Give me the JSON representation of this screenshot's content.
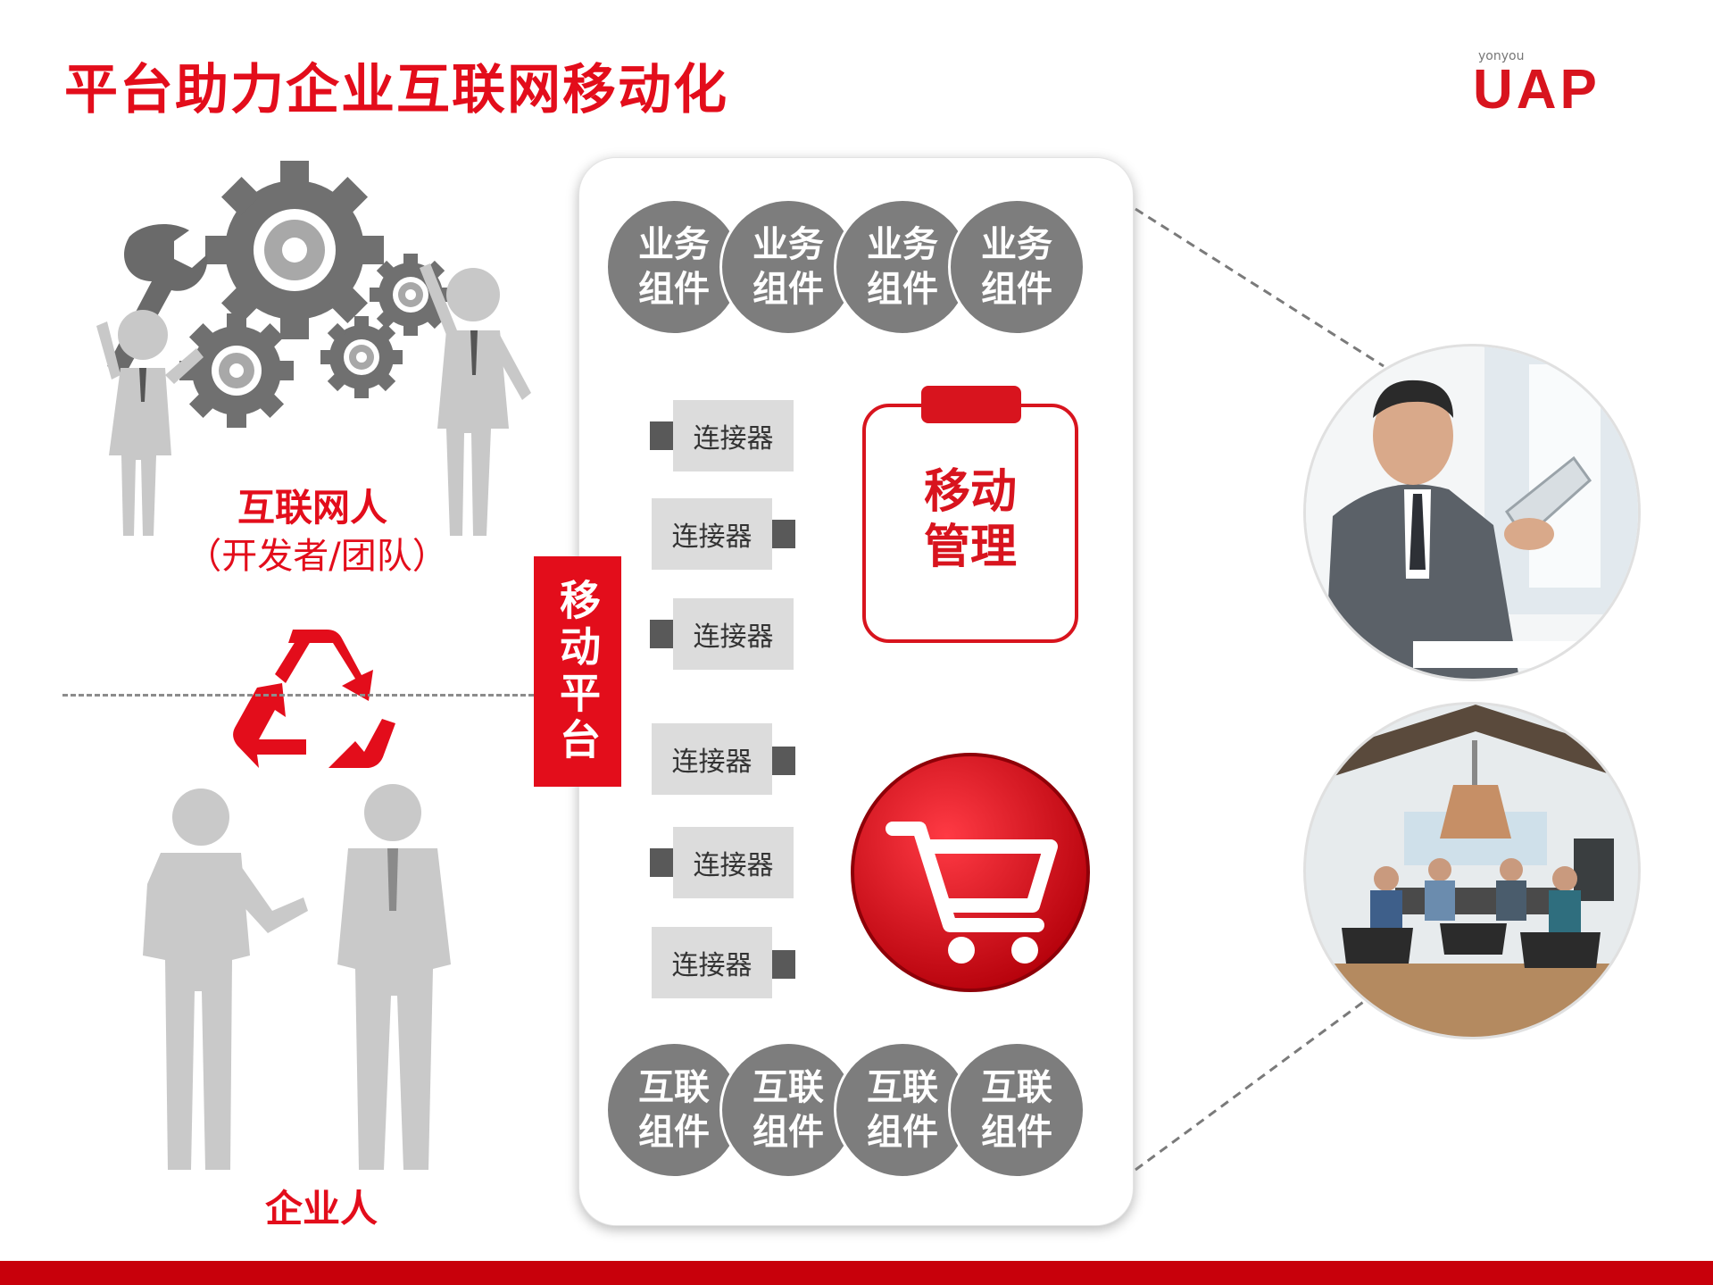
{
  "title": "平台助力企业互联网移动化",
  "logo": {
    "small": "yonyou",
    "big": "UAP"
  },
  "left": {
    "internet_person": "互联网人",
    "internet_person_sub": "（开发者/团队）",
    "enterprise_person": "企业人"
  },
  "platform": {
    "label": "移动平台",
    "business_components": [
      {
        "line1": "业务",
        "line2": "组件"
      },
      {
        "line1": "业务",
        "line2": "组件"
      },
      {
        "line1": "业务",
        "line2": "组件"
      },
      {
        "line1": "业务",
        "line2": "组件"
      }
    ],
    "internet_components": [
      {
        "line1": "互联",
        "line2": "组件"
      },
      {
        "line1": "互联",
        "line2": "组件"
      },
      {
        "line1": "互联",
        "line2": "组件"
      },
      {
        "line1": "互联",
        "line2": "组件"
      }
    ],
    "connectors": [
      "连接器",
      "连接器",
      "连接器",
      "连接器",
      "连接器",
      "连接器"
    ],
    "mobile_management": {
      "line1": "移动",
      "line2": "管理"
    }
  },
  "colors": {
    "accent": "#e30d1b",
    "component_gray": "#7d7d7d",
    "connector_bg": "#dcdcdc",
    "bottom_bar": "#c8000b"
  },
  "icons": [
    "gears-icon",
    "wrench-icon",
    "recycle-icon",
    "shopping-cart-icon",
    "clipboard-icon"
  ]
}
